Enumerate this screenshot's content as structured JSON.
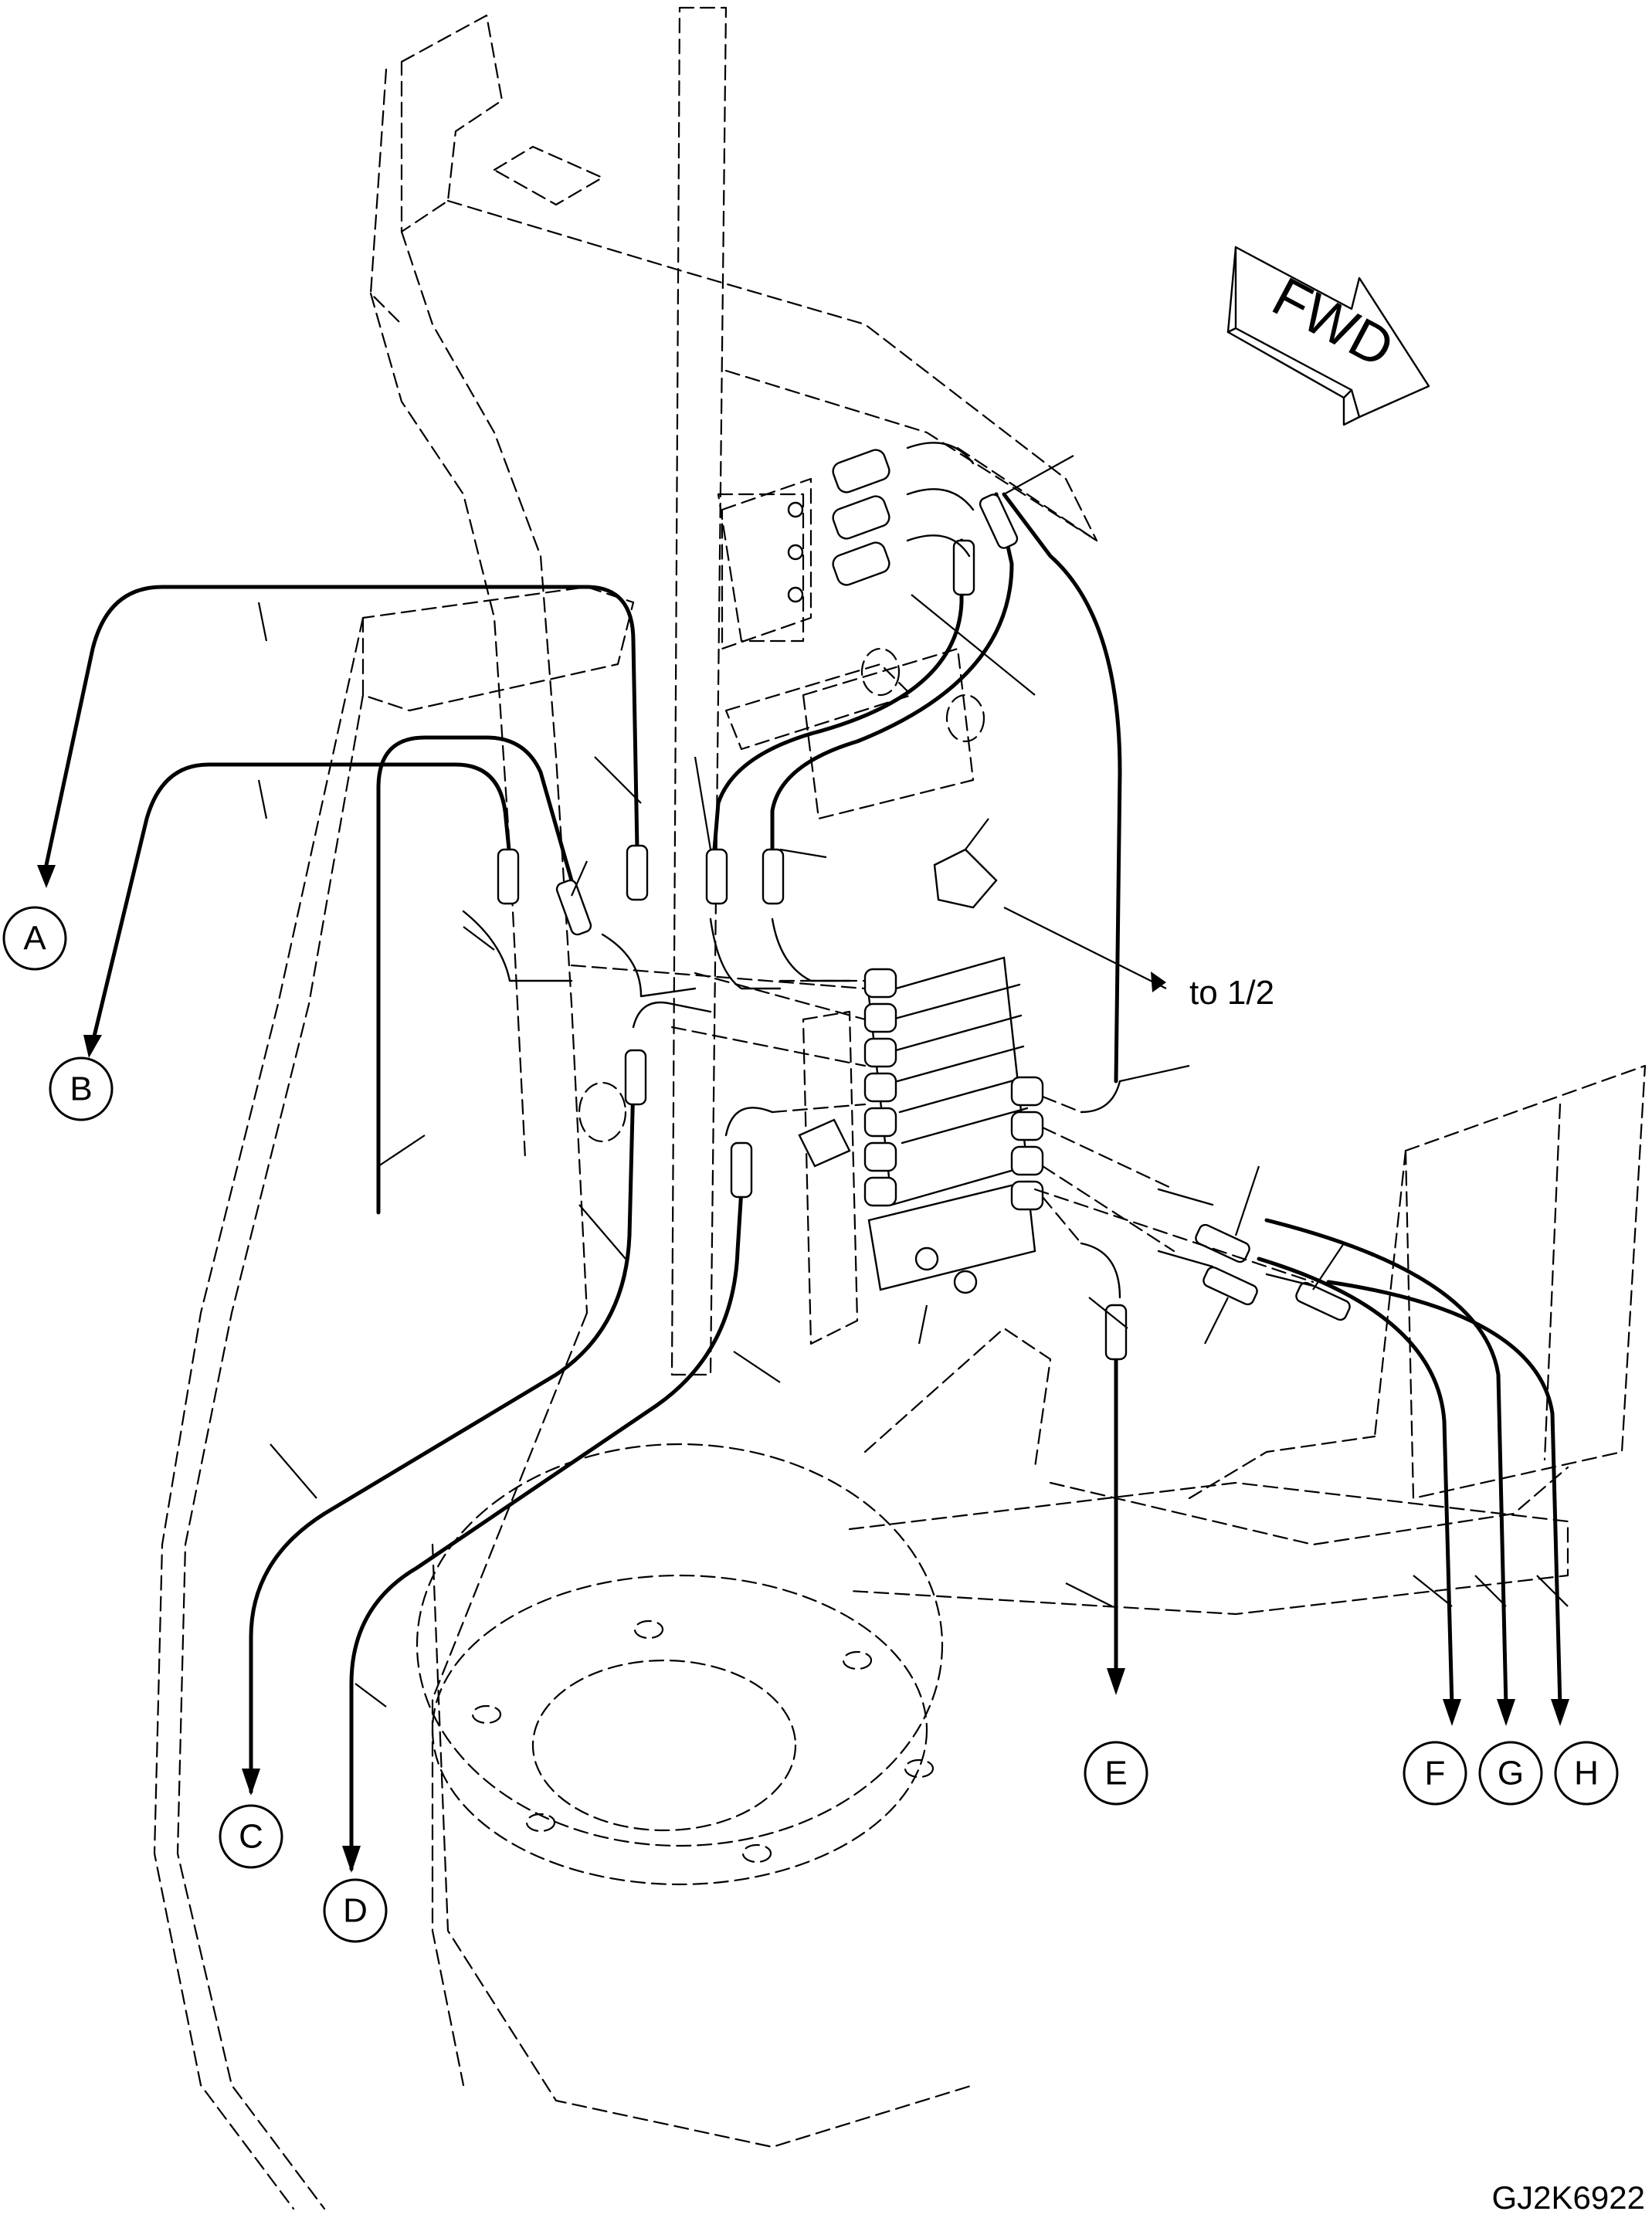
{
  "drawing": {
    "id": "GJ2K6922",
    "direction_label": "FWD",
    "note_label": "to 1/2"
  },
  "callouts": [
    "A",
    "B",
    "C",
    "D",
    "E",
    "F",
    "G",
    "H"
  ],
  "colors": {
    "ink": "#000000",
    "paper": "#ffffff"
  }
}
